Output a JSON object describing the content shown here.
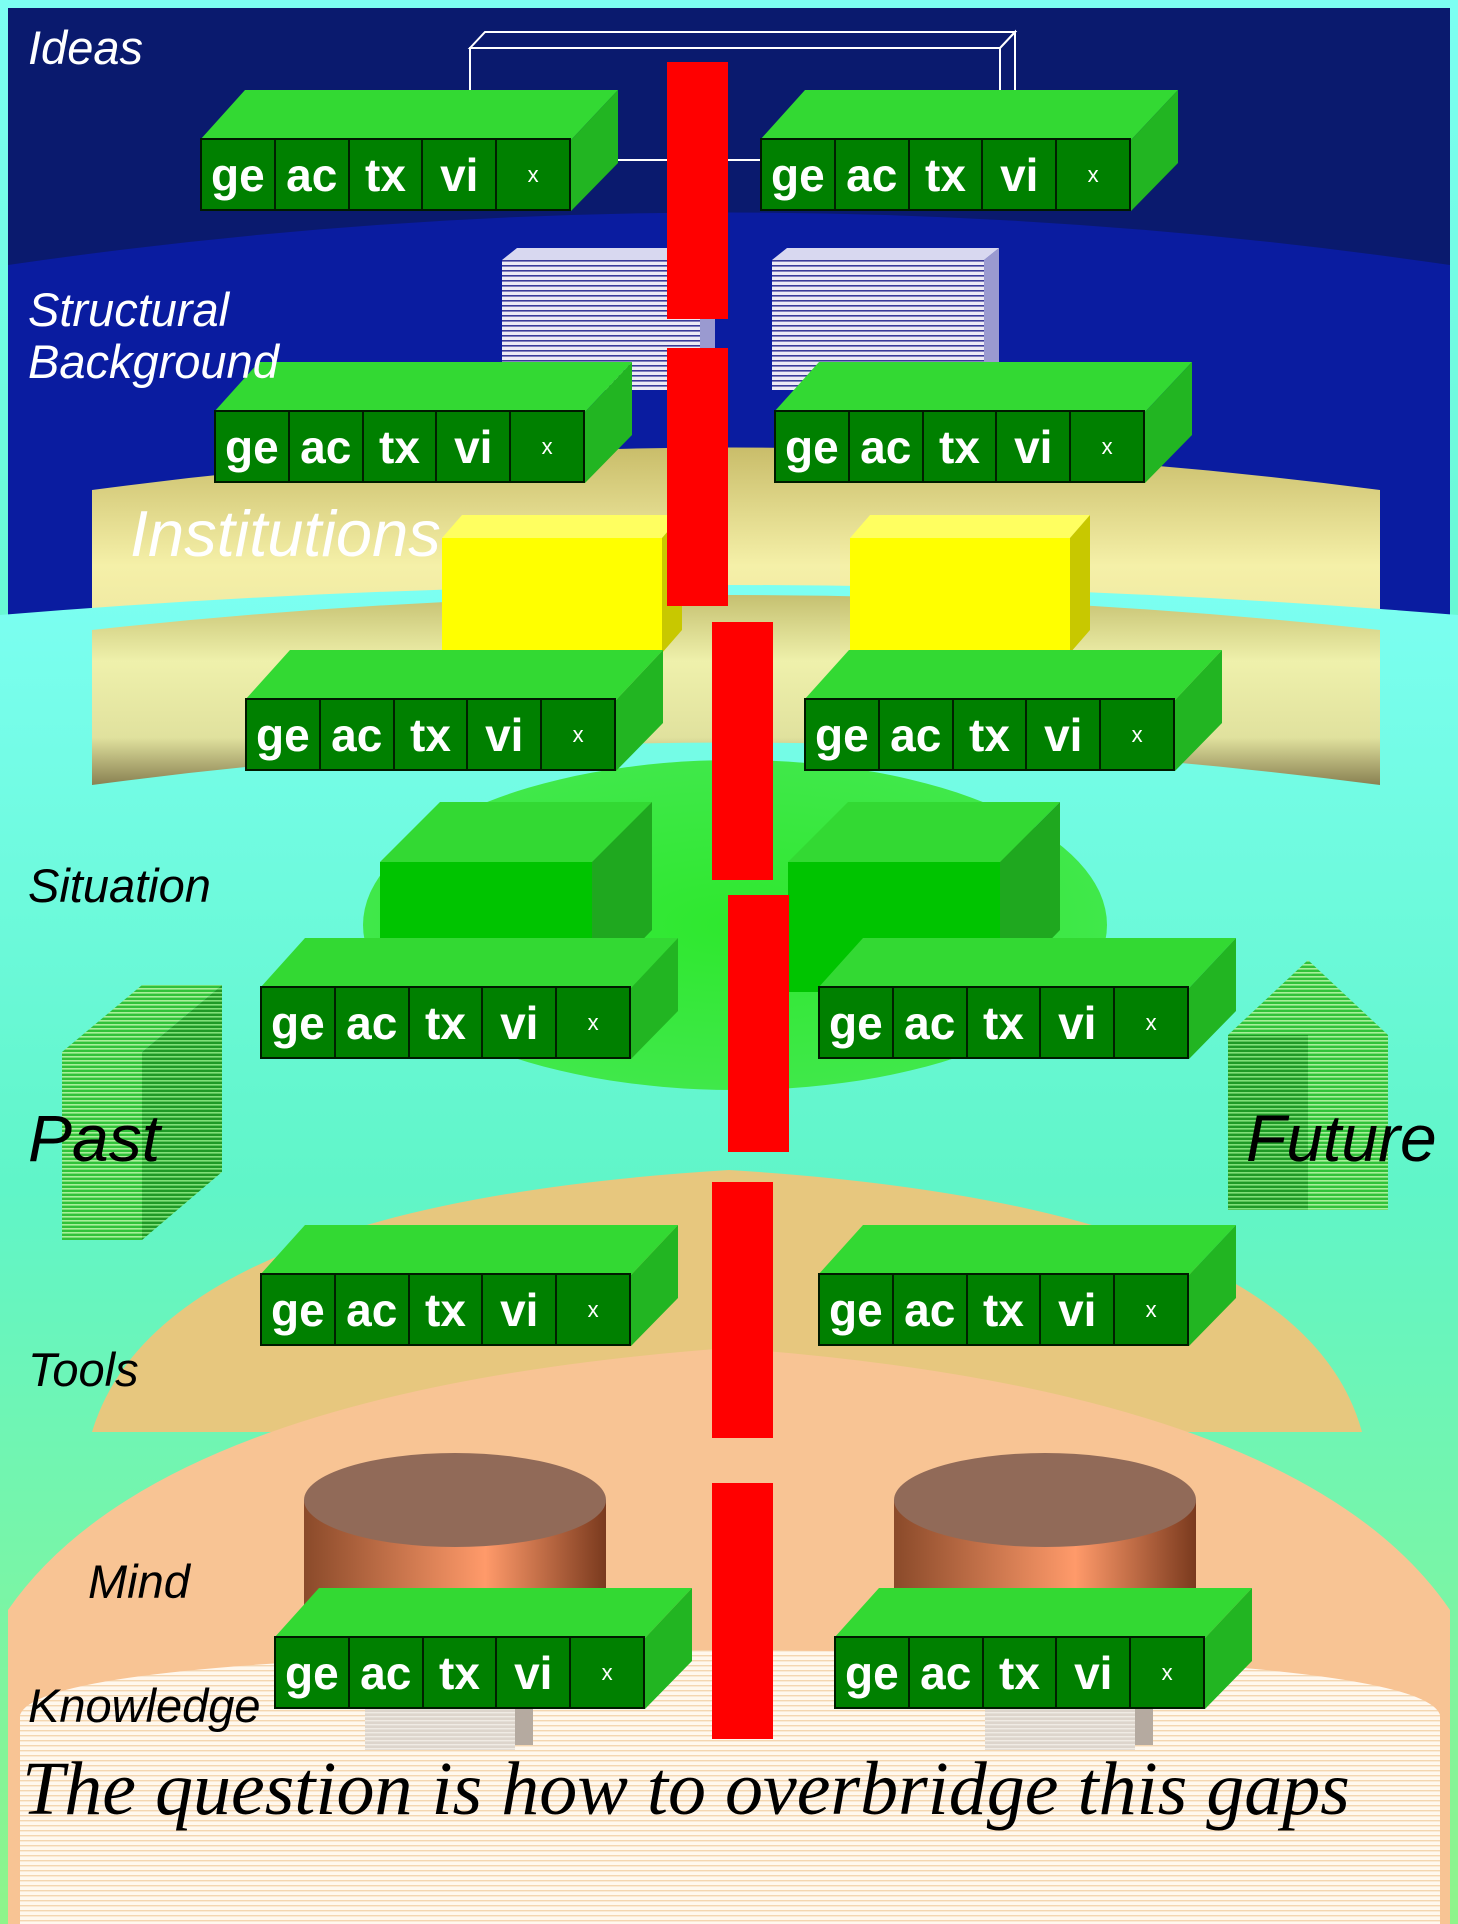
{
  "layers": {
    "ideas": "Ideas",
    "structural": "Structural Background",
    "institutions": "Institutions",
    "situation": "Situation",
    "tools": "Tools",
    "mind": "Mind",
    "knowledge": "Knowledge"
  },
  "time": {
    "past": "Past",
    "future": "Future"
  },
  "cells": [
    "ge",
    "ac",
    "tx",
    "vi",
    "x"
  ],
  "question": "The question is how to overbridge this gaps",
  "colors": {
    "ideas_band": "#0a1a6e",
    "structural_band": "#0a1ca0",
    "institutions_disc": "#e6e09a",
    "situation_band": "#60f5c8",
    "tools_disc": "#e7c77e",
    "mind_disc": "#f8c494",
    "box_green": "#008000",
    "gap_bar": "#ff0000",
    "yellow_block": "#ffff00",
    "cylinder": "#e08a60"
  }
}
